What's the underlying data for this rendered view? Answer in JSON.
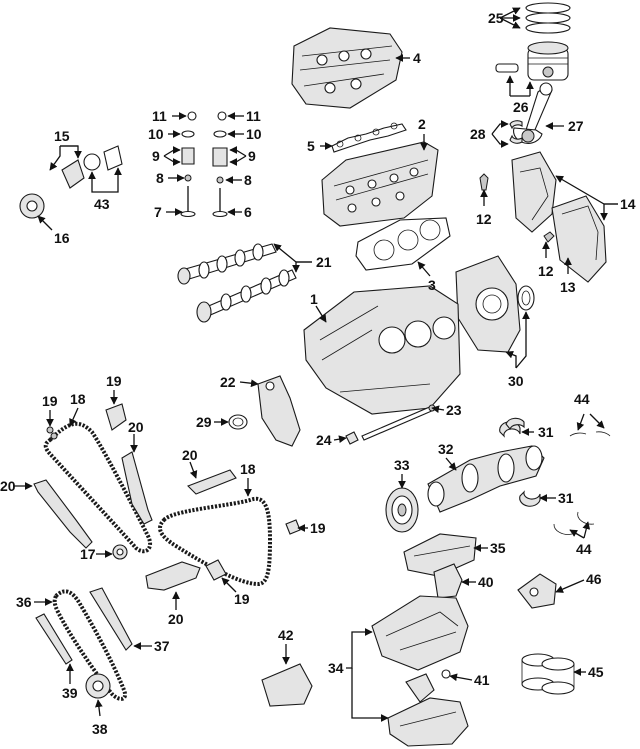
{
  "diagram": {
    "callouts": {
      "c1": "1",
      "c2": "2",
      "c3": "3",
      "c4": "4",
      "c5": "5",
      "c6": "6",
      "c7": "7",
      "c8a": "8",
      "c8b": "8",
      "c9a": "9",
      "c9b": "9",
      "c10a": "10",
      "c10b": "10",
      "c11a": "11",
      "c11b": "11",
      "c12a": "12",
      "c12b": "12",
      "c13": "13",
      "c14": "14",
      "c15": "15",
      "c16": "16",
      "c17": "17",
      "c18a": "18",
      "c18b": "18",
      "c19a": "19",
      "c19b": "19",
      "c19c": "19",
      "c19d": "19",
      "c20a": "20",
      "c20b": "20",
      "c20c": "20",
      "c20d": "20",
      "c21": "21",
      "c22": "22",
      "c23": "23",
      "c24": "24",
      "c25": "25",
      "c26": "26",
      "c27": "27",
      "c28": "28",
      "c29": "29",
      "c30": "30",
      "c31a": "31",
      "c31b": "31",
      "c32": "32",
      "c33": "33",
      "c34": "34",
      "c35": "35",
      "c36": "36",
      "c37": "37",
      "c38": "38",
      "c39": "39",
      "c40": "40",
      "c41": "41",
      "c42": "42",
      "c43": "43",
      "c44a": "44",
      "c44b": "44",
      "c45": "45",
      "c46": "46"
    }
  }
}
